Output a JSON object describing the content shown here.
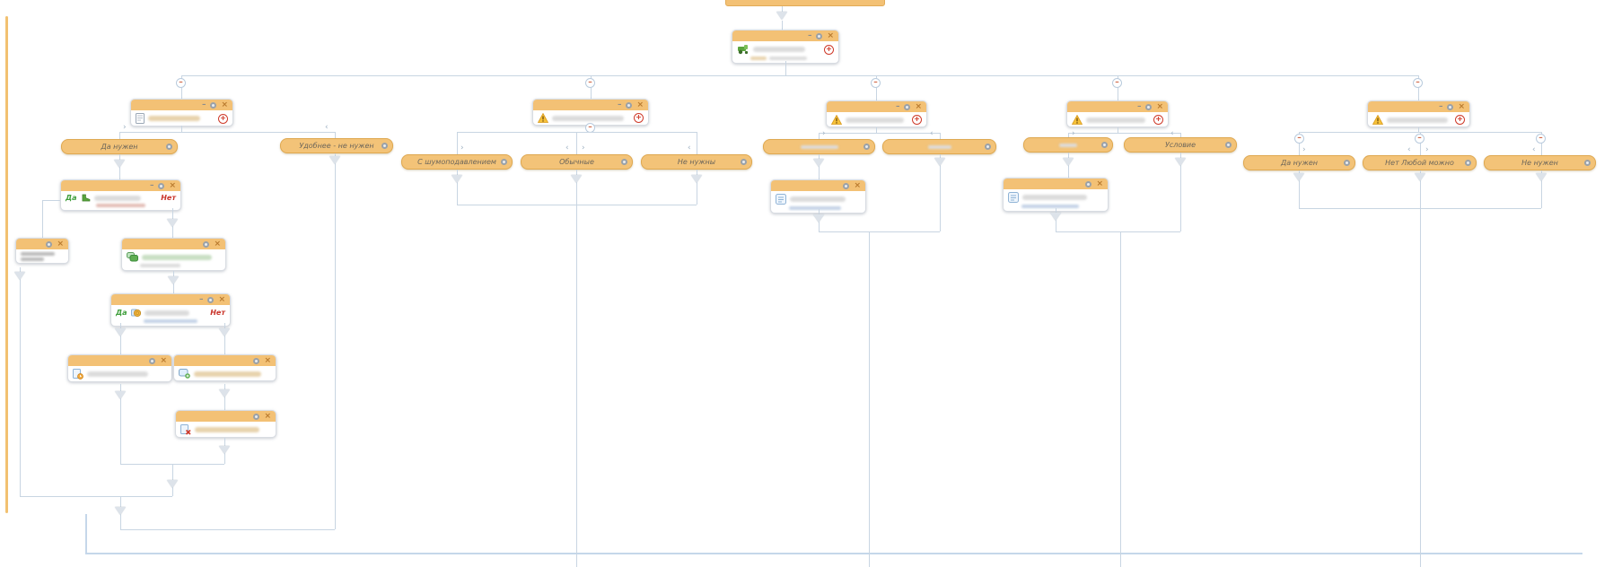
{
  "app": {
    "type": "decision-tree flow editor (quiz/bot builder)"
  },
  "controls": {
    "minimize": "–",
    "close": "×",
    "collapse": "–",
    "add": "+",
    "chevron_left": "‹",
    "chevron_right": "›"
  },
  "labels": {
    "yes": "Да",
    "no": "Нет"
  },
  "pills": {
    "b1_yes": "Да нужен",
    "b1_no": "Удобнее - не нужен",
    "b2_noise": "С шумоподавлением",
    "b2_regular": "Обычные",
    "b2_none": "Не нужны",
    "b4_condition": "Условие",
    "b5_yes": "Да нужен",
    "b5_any": "Нет Любой можно",
    "b5_none": "Не нужен"
  },
  "icons": {
    "root": "tractor-icon",
    "branch": "warning-icon",
    "gear": "gear-icon",
    "add": "add-circle-icon",
    "chat": "chat-bubbles-icon",
    "chat_add": "chat-add-icon",
    "form": "form-icon",
    "document": "document-icon",
    "document_clock": "document-clock-icon",
    "document_delete": "document-delete-icon",
    "coin": "coin-icon",
    "boot": "boot-icon"
  },
  "colors": {
    "node_header": "#f3c175",
    "pill_bg": "#f3c378",
    "pill_border": "#dfa850",
    "connector": "#c8d5e2",
    "yes_green": "#3f9e3b",
    "no_red": "#c9342a",
    "add_red": "#cf3a2a",
    "canvas_edge_orange": "#f2c171",
    "canvas_edge_blue": "#c5d7ea"
  }
}
